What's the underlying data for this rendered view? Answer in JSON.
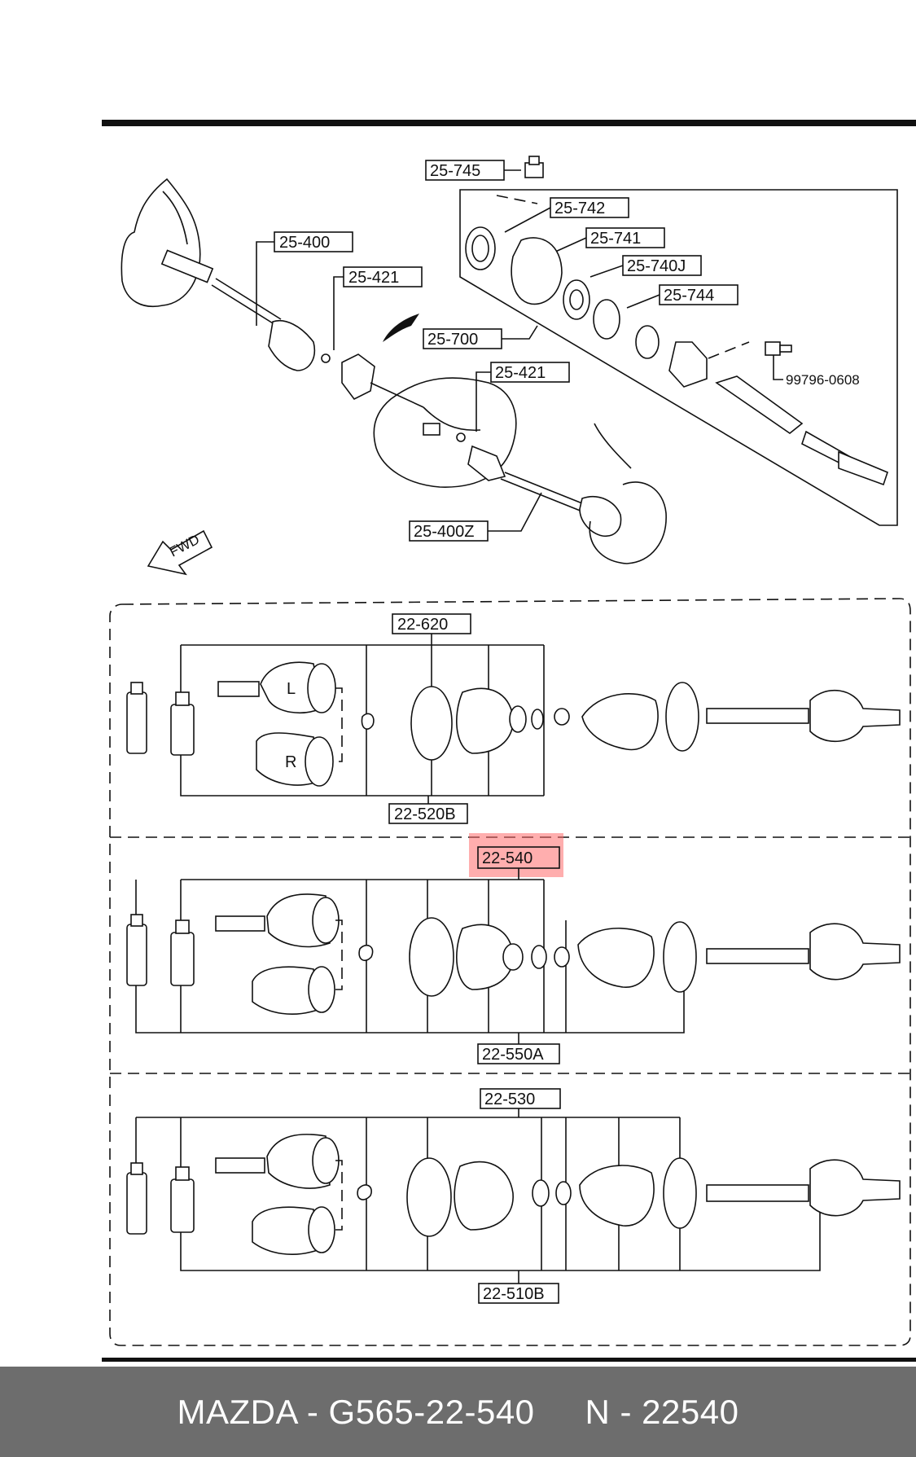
{
  "colors": {
    "highlight": "#ff6b6b",
    "footer_bg": "#6d6d6d",
    "footer_text": "#ffffff"
  },
  "callouts": {
    "c25_745": "25-745",
    "c25_742": "25-742",
    "c25_741": "25-741",
    "c25_740j": "25-740J",
    "c25_744": "25-744",
    "c25_700": "25-700",
    "c99796": "99796-0608",
    "c25_400": "25-400",
    "c25_421a": "25-421",
    "c25_421b": "25-421",
    "c25_400z": "25-400Z",
    "fwd": "FWD",
    "c22_620": "22-620",
    "c22_520b": "22-520B",
    "c22_540": "22-540",
    "c22_550a": "22-550A",
    "c22_530": "22-530",
    "c22_510b": "22-510B",
    "mark_l": "L",
    "mark_r": "R"
  },
  "footer": {
    "part": "MAZDA - G565-22-540",
    "number": "N - 22540"
  }
}
